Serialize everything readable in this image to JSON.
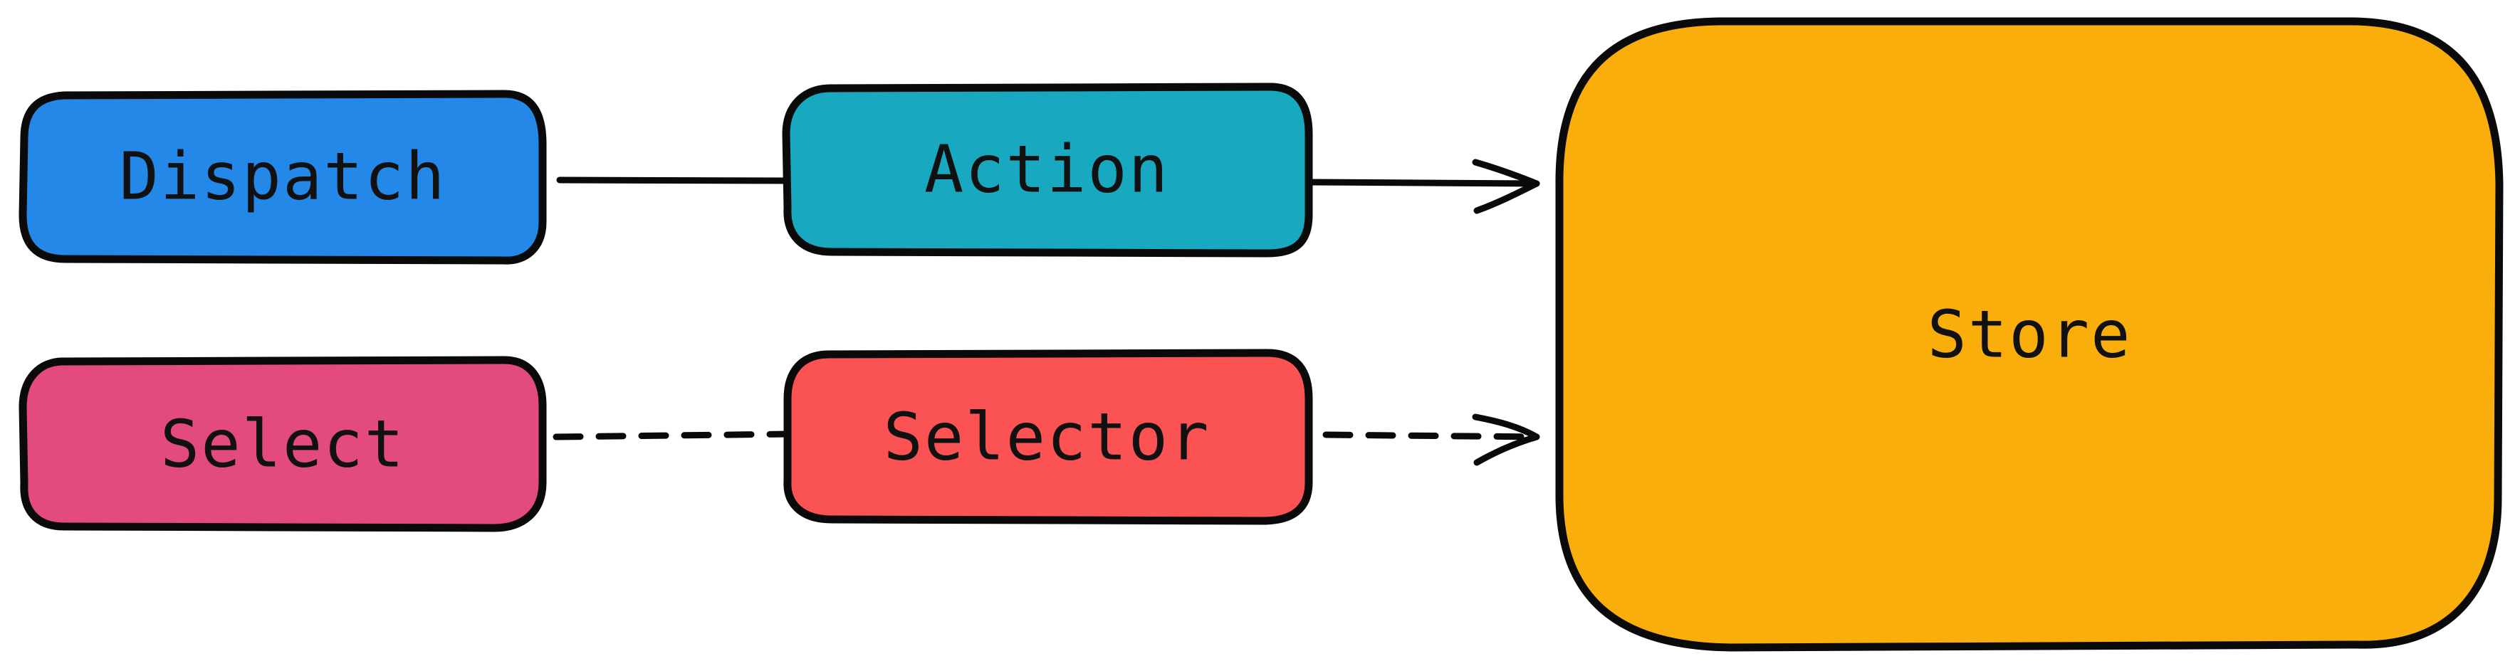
{
  "nodes": {
    "dispatch": {
      "label": "Dispatch",
      "fill": "#2488e8"
    },
    "action": {
      "label": "Action",
      "fill": "#18a9c0"
    },
    "select": {
      "label": "Select",
      "fill": "#e24a80"
    },
    "selector": {
      "label": "Selector",
      "fill": "#fb5254"
    },
    "store": {
      "label": "Store",
      "fill": "#f9ae0b"
    }
  },
  "edges": [
    {
      "from": "dispatch",
      "to": "action",
      "style": "solid"
    },
    {
      "from": "action",
      "to": "store",
      "style": "solid",
      "arrow": true
    },
    {
      "from": "select",
      "to": "selector",
      "style": "dashed"
    },
    {
      "from": "selector",
      "to": "store",
      "style": "dashed",
      "arrow": true
    }
  ],
  "colors": {
    "outline": "#0a0a0a",
    "background": "#ffffff"
  }
}
